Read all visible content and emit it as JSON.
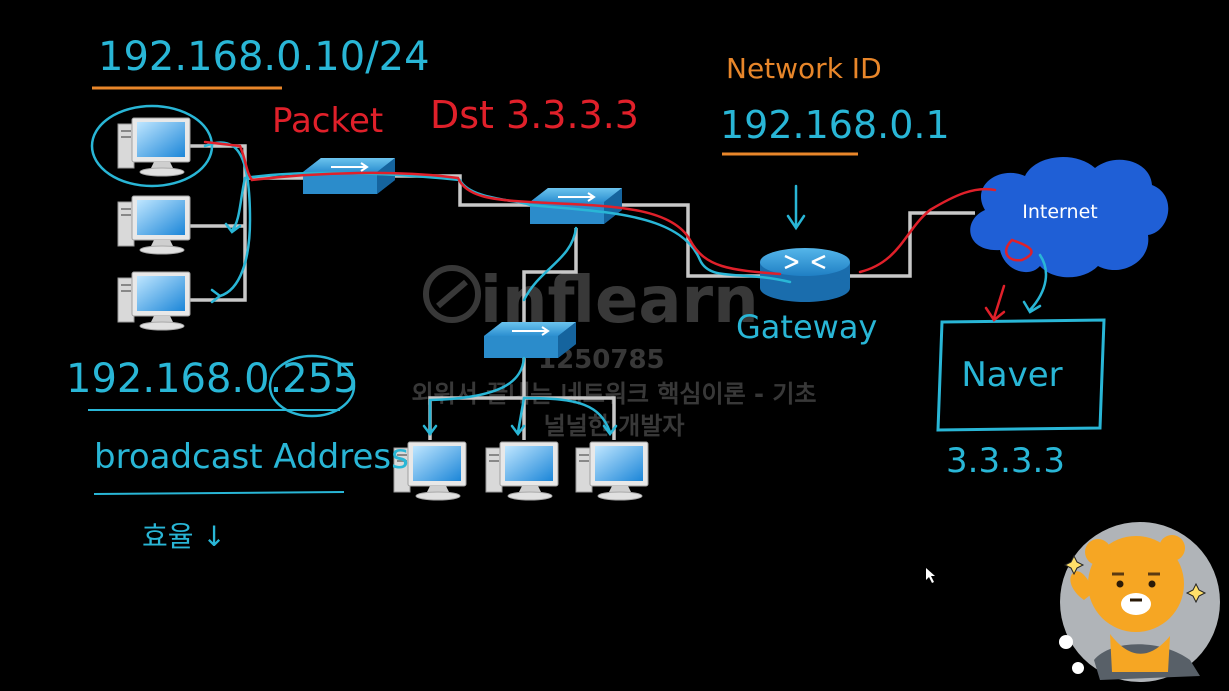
{
  "annotations": {
    "host_ip": "192.168.0.10/24",
    "packet": "Packet",
    "dst": "Dst 3.3.3.3",
    "network_id_label": "Network ID",
    "network_id": "192.168.0.1",
    "gateway": "Gateway",
    "broadcast_ip": "192.168.0.255",
    "broadcast_label": "broadcast Address",
    "efficiency": "효율 ↓",
    "naver": "Naver",
    "naver_ip": "3.3.3.3"
  },
  "cloud": {
    "label": "Internet"
  },
  "watermark": {
    "brand": "inflearn",
    "code": "1250785",
    "course": "외워서 끝내는 네트워크 핵심이론 - 기초",
    "author": "널널한 개발자"
  },
  "colors": {
    "background": "#000000",
    "ink_cyan": "#29b6d6",
    "ink_red": "#e0202a",
    "ink_orange": "#e8862a",
    "device_blue": "#2a8fd0",
    "cloud_blue": "#1f5fd6",
    "cable": "#c8c8c8"
  }
}
